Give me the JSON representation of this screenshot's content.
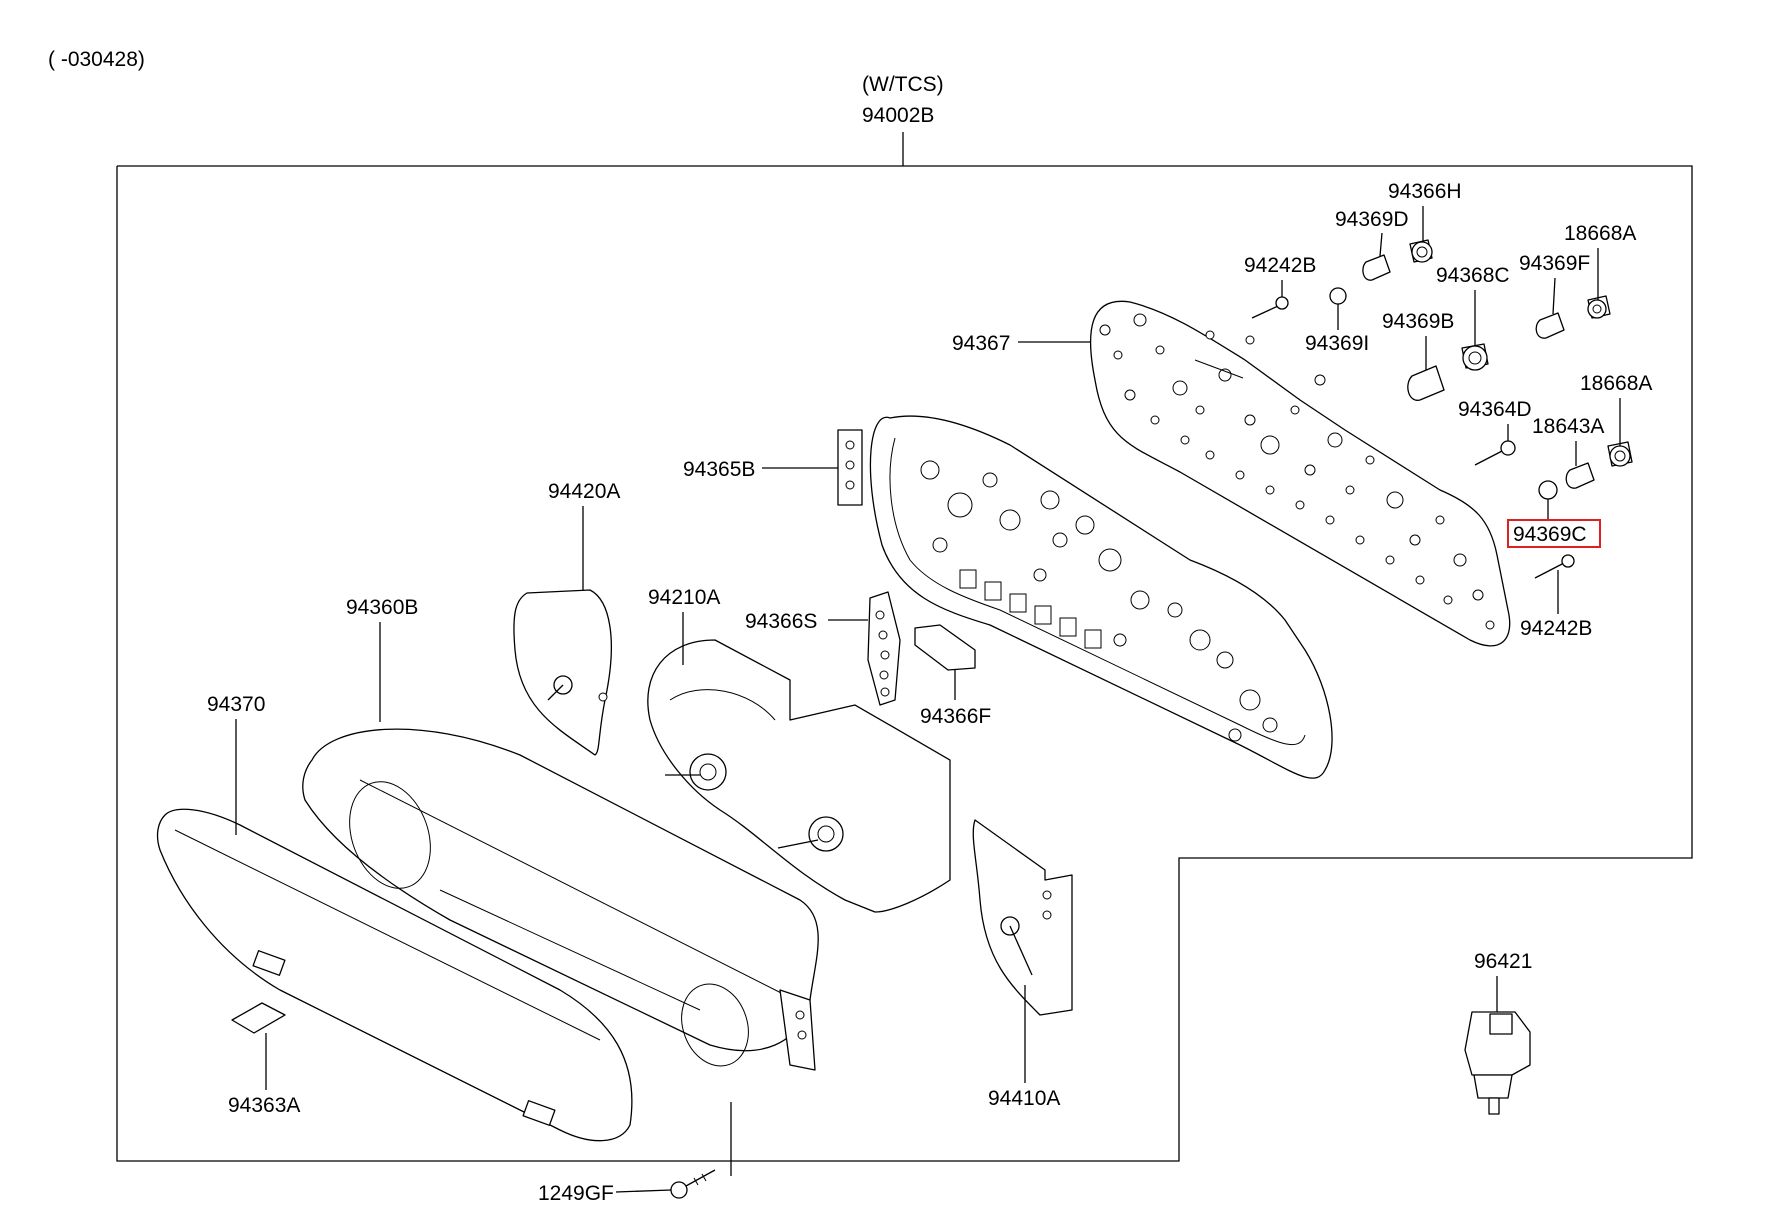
{
  "diagram": {
    "date_code": "( -030428)",
    "assembly_variant": "(W/TCS)",
    "assembly_number": "94002B",
    "highlighted_part": "94369C",
    "parts": {
      "p94366H": "94366H",
      "p94369D": "94369D",
      "p18668A_top": "18668A",
      "p94242B_top": "94242B",
      "p94368C": "94368C",
      "p94369F": "94369F",
      "p94367": "94367",
      "p94369I": "94369I",
      "p94369B": "94369B",
      "p18668A_mid": "18668A",
      "p94364D": "94364D",
      "p18643A": "18643A",
      "p94365B": "94365B",
      "p94369C": "94369C",
      "p94420A": "94420A",
      "p94242B_bottom": "94242B",
      "p94210A": "94210A",
      "p94366S": "94366S",
      "p94360B": "94360B",
      "p94366F": "94366F",
      "p94370": "94370",
      "p96421": "96421",
      "p94363A": "94363A",
      "p94410A": "94410A",
      "p1249GF": "1249GF"
    }
  }
}
